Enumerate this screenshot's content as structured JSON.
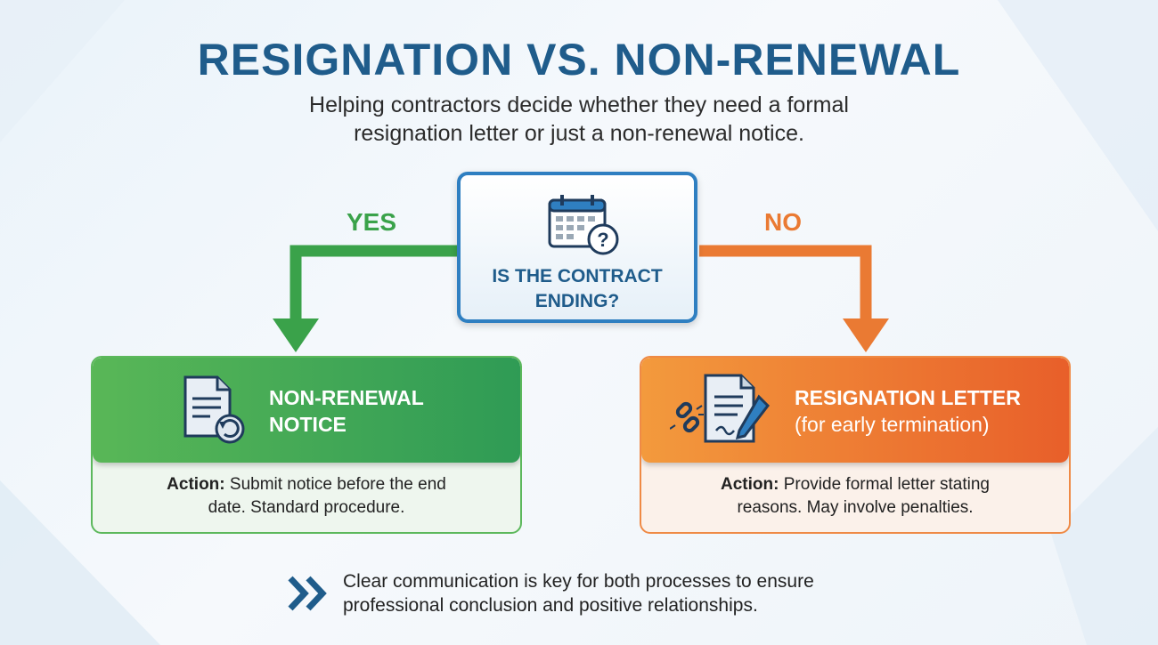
{
  "title": "RESIGNATION VS. NON-RENEWAL",
  "subtitle": "Helping contractors decide whether they need a formal resignation letter or just a non-renewal notice.",
  "question": {
    "line1": "IS THE CONTRACT",
    "line2": "ENDING?",
    "icon": "calendar-question-icon"
  },
  "branches": {
    "yes": "YES",
    "no": "NO"
  },
  "non_renewal": {
    "title_line1": "NON-RENEWAL",
    "title_line2": "NOTICE",
    "icon": "document-refresh-icon",
    "action_label": "Action:",
    "action_line1": "Submit notice before the end",
    "action_line2": "date. Standard procedure.",
    "color": "#3aa24a"
  },
  "resignation": {
    "title": "RESIGNATION LETTER",
    "subtitle": "(for early termination)",
    "icon": "letter-pen-broken-link-icon",
    "action_label": "Action:",
    "action_line1": "Provide formal letter stating",
    "action_line2": "reasons. May involve penalties.",
    "color": "#ea7a33"
  },
  "footer": {
    "line1": "Clear communication is key for both processes to ensure",
    "line2": "professional conclusion and positive relationships.",
    "icon": "double-chevron-right-icon"
  }
}
